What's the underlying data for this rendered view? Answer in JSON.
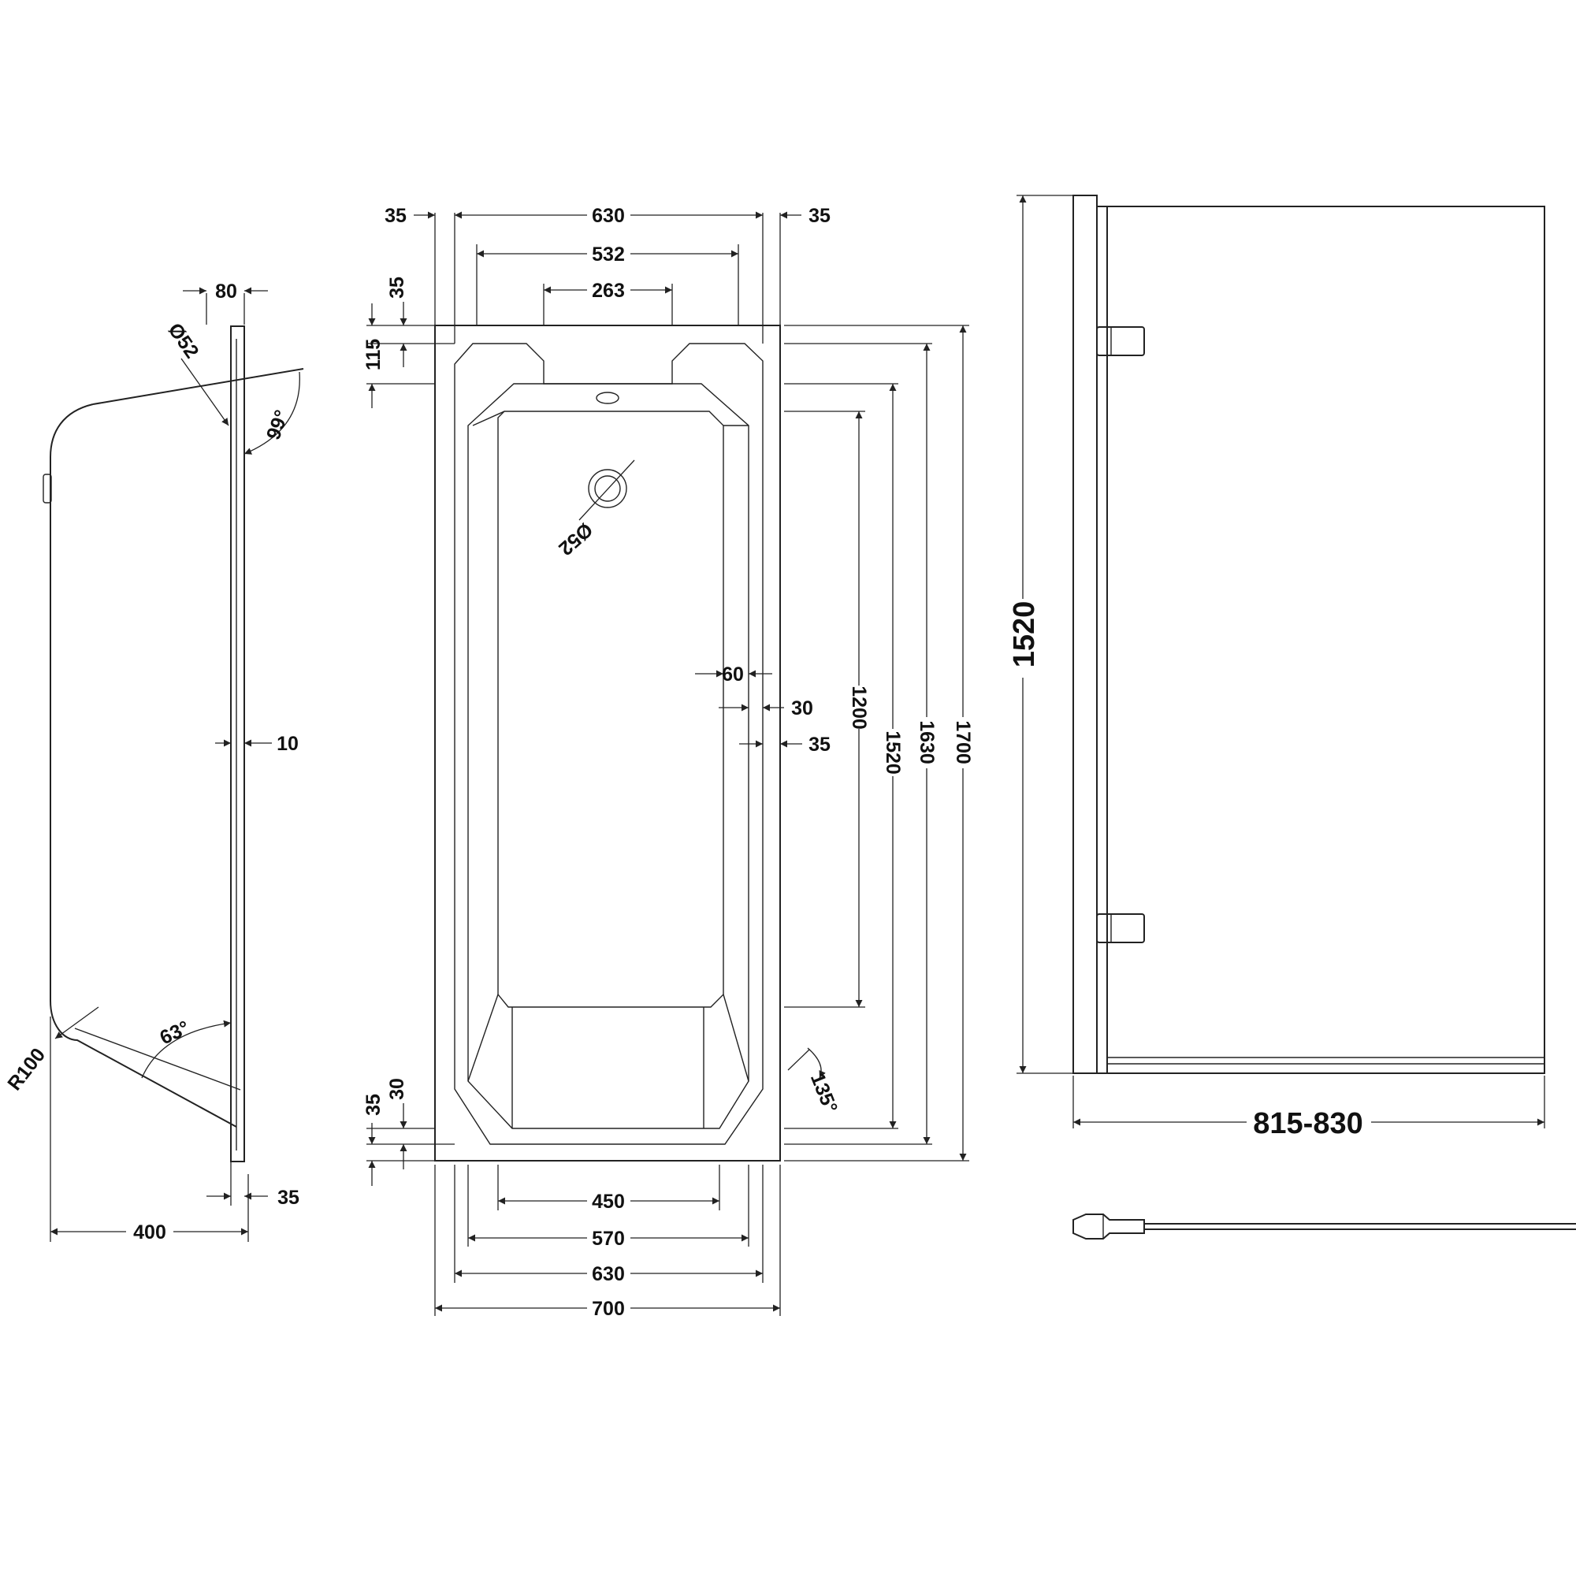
{
  "side_view": {
    "d_80": "80",
    "d_52": "Ø52",
    "d_99": "99°",
    "d_10": "10",
    "d_63": "63°",
    "d_r100": "R100",
    "d_35": "35",
    "d_400": "400"
  },
  "top_view": {
    "d_35_left": "35",
    "d_630_top": "630",
    "d_35_right": "35",
    "d_532": "532",
    "d_263": "263",
    "d_35_vert_top": "35",
    "d_115": "115",
    "d_waste": "Ø52",
    "d_60": "60",
    "d_30_mid": "30",
    "d_35_mid": "35",
    "d_1200": "1200",
    "d_1520": "1520",
    "d_1630": "1630",
    "d_1700": "1700",
    "d_30_bottom": "30",
    "d_35_bottom": "35",
    "d_135": "135°",
    "d_450": "450",
    "d_570": "570",
    "d_630_bottom": "630",
    "d_700": "700"
  },
  "screen_view": {
    "height": "1520",
    "width": "815-830"
  }
}
